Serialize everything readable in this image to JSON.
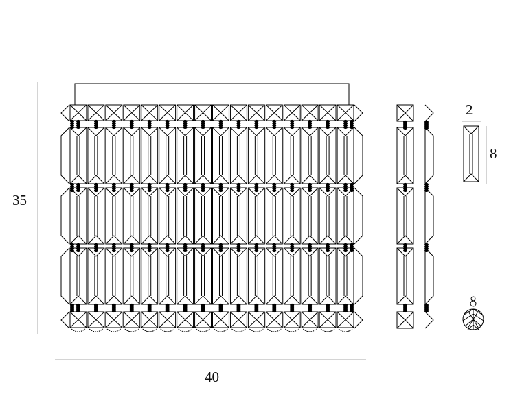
{
  "dimensions": {
    "height_label": "35",
    "width_label": "40",
    "crystal_width_label": "2",
    "crystal_height_label": "8"
  },
  "drawing": {
    "columns": 16,
    "prism_rows": 3,
    "line_color": "#000000",
    "dimension_line_color": "#aaaaaa"
  }
}
